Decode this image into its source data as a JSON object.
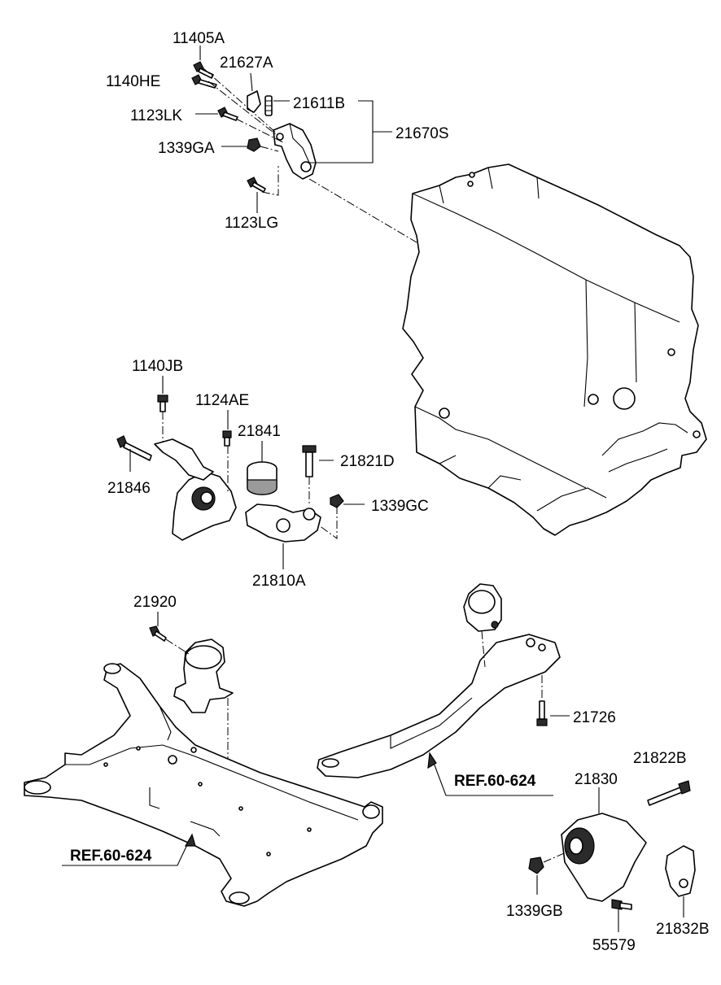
{
  "labels": {
    "p11405A": "11405A",
    "p1140HE": "1140HE",
    "p21627A": "21627A",
    "p21611B": "21611B",
    "p21670S": "21670S",
    "p1123LK": "1123LK",
    "p1339GA": "1339GA",
    "p1123LG": "1123LG",
    "p1140JB": "1140JB",
    "p1124AE": "1124AE",
    "p21841": "21841",
    "p21821D": "21821D",
    "p21846": "21846",
    "p1339GC": "1339GC",
    "p21810A": "21810A",
    "p21920": "21920",
    "p21726": "21726",
    "p21830": "21830",
    "p21822B": "21822B",
    "p1339GB": "1339GB",
    "p55579": "55579",
    "p21832B": "21832B"
  },
  "references": {
    "ref_right": "REF.60-624",
    "ref_left": "REF.60-624"
  }
}
